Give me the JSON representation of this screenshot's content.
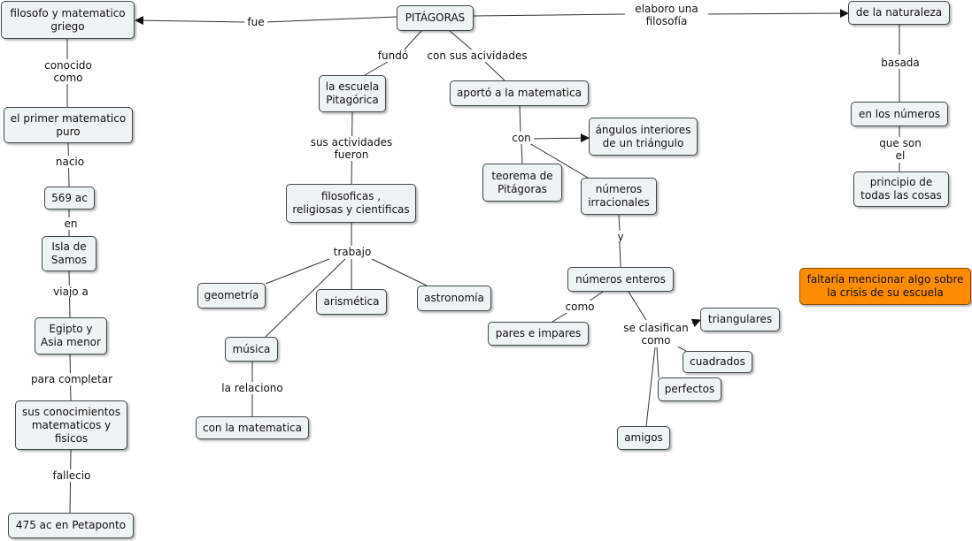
{
  "nodes": {
    "pitagoras": "PITÁGORAS",
    "filosofo": "filosofo y matematico\ngriego",
    "primer_matematico": "el primer matematico\npuro",
    "ac569": "569 ac",
    "isla_samos": "Isla de\nSamos",
    "egipto": "Egipto y\nAsia menor",
    "conocimientos": "sus conocimientos\nmatematicos y\nfisicos",
    "petaponto": "475 ac en Petaponto",
    "escuela": "la escuela\nPitagórica",
    "filosoficas": "filosoficas ,\nreligiosas y cientificas",
    "geometria": "geometría",
    "arismetica": "arismética",
    "astronomia": "astronomía",
    "musica": "música",
    "con_matematica": "con la matematica",
    "aporto": "aportó a la matematica",
    "teorema": "teorema de\nPitágoras",
    "angulos": "ángulos interiores\nde un triángulo",
    "irracionales": "números\nirracionales",
    "enteros": "números enteros",
    "pares": "pares e impares",
    "triangulares": "triangulares",
    "cuadrados": "cuadrados",
    "perfectos": "perfectos",
    "amigos": "amigos",
    "naturaleza": "de la naturaleza",
    "en_numeros": "en los números",
    "principio": "principio de\ntodas las cosas",
    "nota": "faltaría mencionar algo sobre\nla crisis de su escuela"
  },
  "links": {
    "fue": "fue",
    "conocido": "conocido\ncomo",
    "nacio": "nacio",
    "en": "en",
    "viajo": "viajo a",
    "para_completar": "para completar",
    "fallecio": "fallecio",
    "fundo": "fundó",
    "sus_actividades": "sus actividades\nfueron",
    "trabajo": "trabajo",
    "la_relaciono": "la relaciono",
    "con_sus_actividades": "con sus acividades",
    "con": "con",
    "y": "y",
    "como": "como",
    "se_clasifican": "se clasifican\ncomo",
    "elaboro": "elaboro una\nfilosofía",
    "basada": "basada",
    "que_son": "que son\nel"
  },
  "colors": {
    "node_fill": "#eef3f4",
    "node_border": "#3f4a4d",
    "note_fill": "#ff8c00",
    "line": "#333333"
  }
}
